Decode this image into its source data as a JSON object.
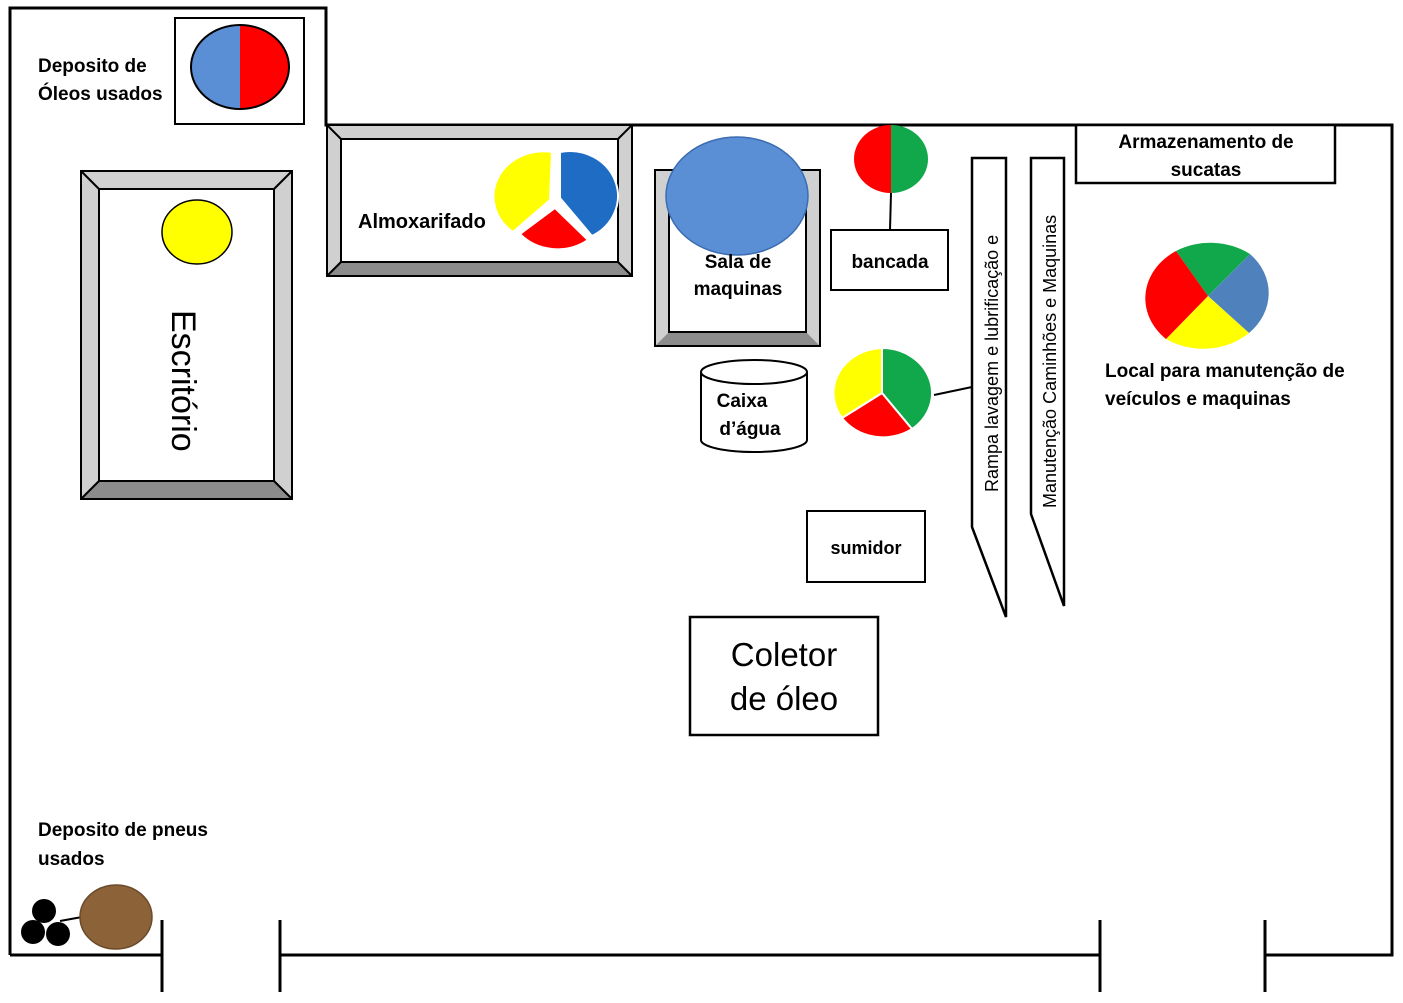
{
  "labels": {
    "deposito_oleos_line1": "Deposito de",
    "deposito_oleos_line2": "Óleos usados",
    "escritorio": "Escritório",
    "almoxarifado": "Almoxarifado",
    "sala_maquinas_line1": "Sala de",
    "sala_maquinas_line2": "maquinas",
    "bancada": "bancada",
    "caixa_agua_line1": "Caixa",
    "caixa_agua_line2": "d’água",
    "rampa": "Rampa lavagem e lubrificação  e",
    "manutencao_caminhoes": "Manutenção Caminhões e Maquinas",
    "armazenamento_line1": "Armazenamento de",
    "armazenamento_line2": "sucatas",
    "local_manutencao_line1": "Local para manutenção de",
    "local_manutencao_line2": "veículos e maquinas",
    "sumidor": "sumidor",
    "coletor_line1": "Coletor",
    "coletor_line2": "de óleo",
    "pneus_line1": "Deposito de pneus",
    "pneus_line2": "usados"
  },
  "colors": {
    "blue": "#5a8fd6",
    "dark_blue": "#1f6cc4",
    "red": "#ff0000",
    "yellow": "#ffff00",
    "green": "#10a84a",
    "steel_blue": "#4f81bd",
    "brown": "#8c6239",
    "bevel_light": "#d0d0d0",
    "bevel_dark": "#8c8c8c"
  }
}
